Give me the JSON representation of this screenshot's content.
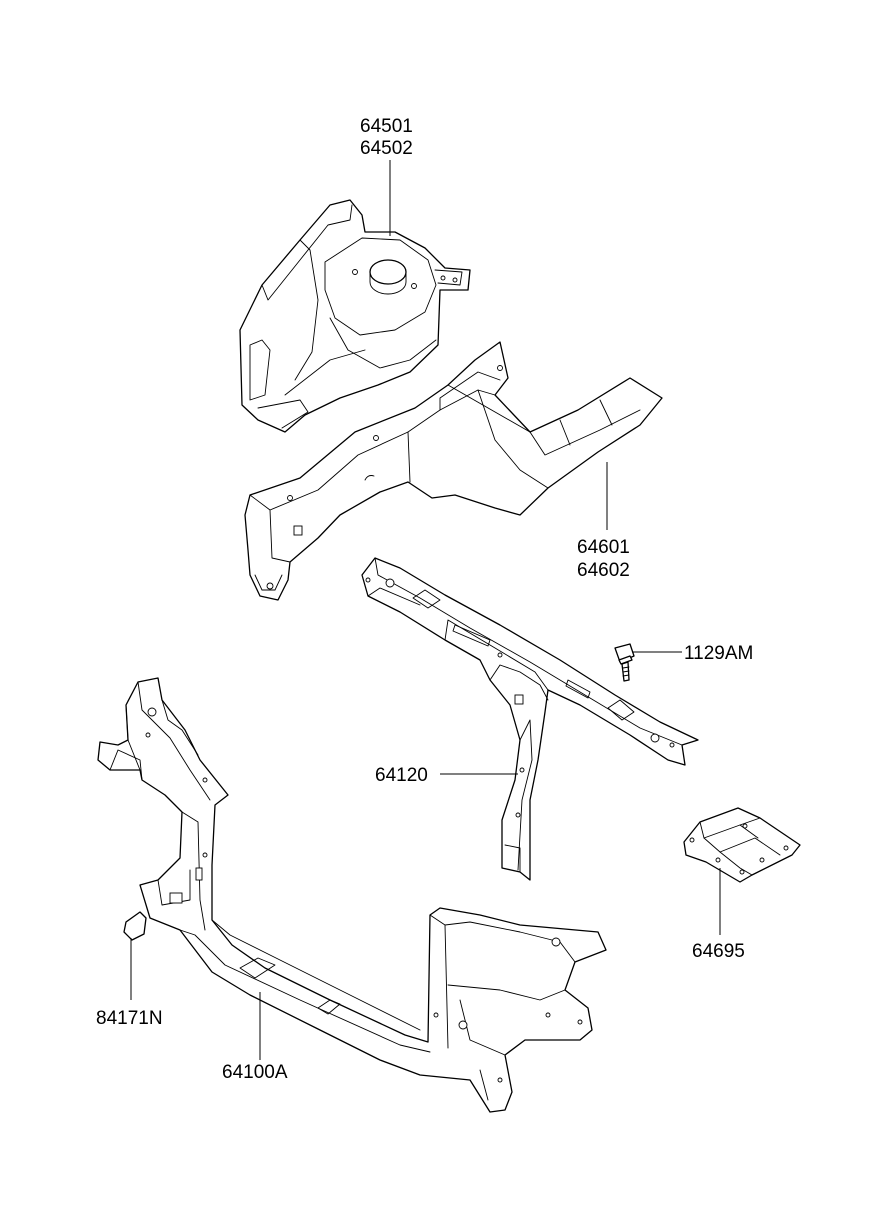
{
  "callouts": [
    {
      "id": "inner-panel-upper",
      "lines": [
        "64501",
        "64502"
      ]
    },
    {
      "id": "side-member",
      "lines": [
        "64601",
        "64602"
      ]
    },
    {
      "id": "bolt",
      "lines": [
        "1129AM"
      ]
    },
    {
      "id": "upper-crossmember",
      "lines": [
        "64120"
      ]
    },
    {
      "id": "bracket",
      "lines": [
        "64695"
      ]
    },
    {
      "id": "plug",
      "lines": [
        "84171N"
      ]
    },
    {
      "id": "carrier-assembly",
      "lines": [
        "64100A"
      ]
    }
  ]
}
